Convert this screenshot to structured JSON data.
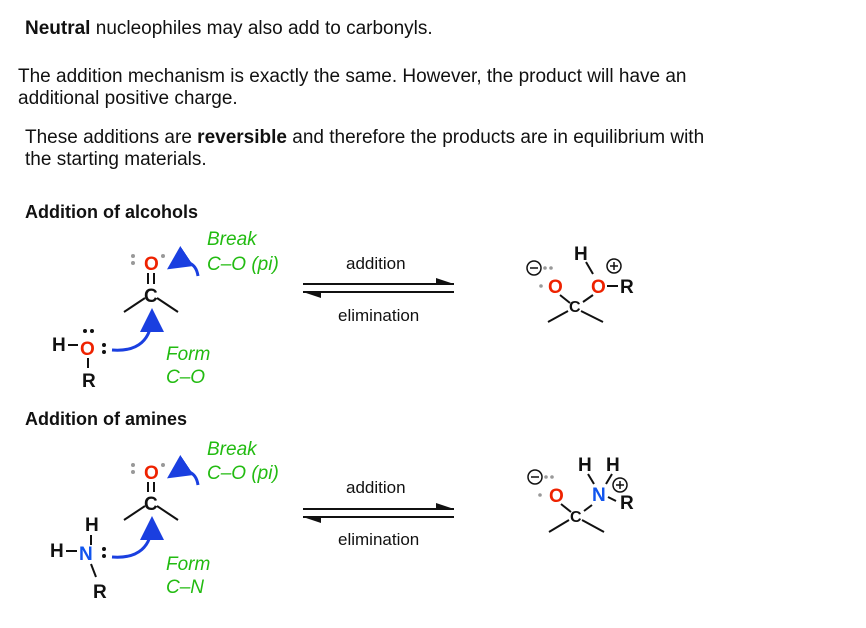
{
  "intro": {
    "line1_bold": "Neutral",
    "line1_rest": " nucleophiles may also add to carbonyls.",
    "para2_line1": "The addition mechanism is exactly the same. However, the product will have an",
    "para2_line2": "additional positive charge.",
    "para3_pre": "These additions are ",
    "para3_bold": "reversible",
    "para3_post": " and therefore the products are in equilibrium with",
    "para3_line2": "the starting materials."
  },
  "sections": [
    {
      "heading": "Addition of alcohols",
      "break_label_1": "Break",
      "break_label_2": "C–O (pi)",
      "form_label_1": "Form",
      "form_label_2": "C–O",
      "forward_label": "addition",
      "reverse_label": "elimination",
      "atoms": {
        "carbonyl_O": "O",
        "carbonyl_C": "C",
        "nuc_H": "H",
        "nuc_atom": "O",
        "nuc_R": "R",
        "prod_O_minus": "O",
        "prod_C": "C",
        "prod_O_plus": "O",
        "prod_H": "H",
        "prod_R": "R"
      }
    },
    {
      "heading": "Addition of amines",
      "break_label_1": "Break",
      "break_label_2": "C–O (pi)",
      "form_label_1": "Form",
      "form_label_2": "C–N",
      "forward_label": "addition",
      "reverse_label": "elimination",
      "atoms": {
        "carbonyl_O": "O",
        "carbonyl_C": "C",
        "nuc_H_top": "H",
        "nuc_H_left": "H",
        "nuc_atom": "N",
        "nuc_R": "R",
        "prod_O_minus": "O",
        "prod_C": "C",
        "prod_N_plus": "N",
        "prod_H1": "H",
        "prod_H2": "H",
        "prod_R": "R"
      }
    }
  ],
  "colors": {
    "oxygen": "#ee2200",
    "nitrogen": "#1155ee",
    "arrow": "#1a3fe0",
    "label_green": "#22bb11",
    "lone_pair": "#999999"
  }
}
